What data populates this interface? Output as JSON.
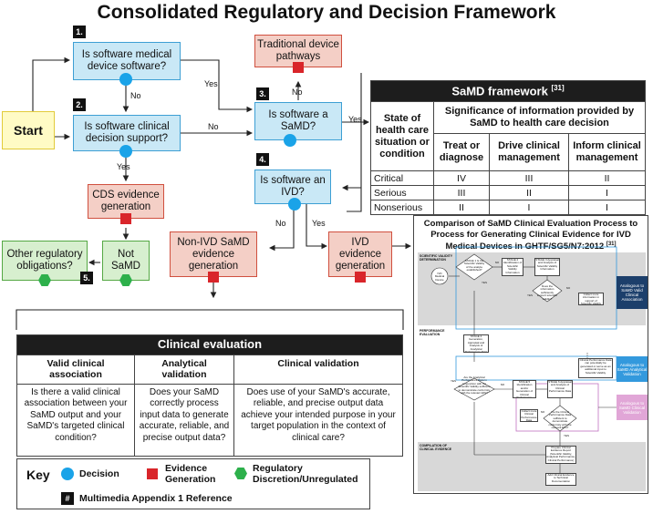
{
  "title": "Consolidated Regulatory and Decision Framework",
  "start": "Start",
  "steps": {
    "n1": "1.",
    "q1": "Is software medical device software?",
    "n2": "2.",
    "q2": "Is software clinical decision support?",
    "n3": "3.",
    "q3": "Is software a SaMD?",
    "n4": "4.",
    "q4": "Is software an IVD?",
    "n5": "5."
  },
  "boxes": {
    "traditional": "Traditional device pathways",
    "cds": "CDS evidence generation",
    "not_samd": "Not SaMD",
    "other_reg": "Other regulatory obligations?",
    "non_ivd": "Non-IVD SaMD evidence generation",
    "ivd": "IVD evidence generation"
  },
  "labels": {
    "yes": "Yes",
    "no": "No"
  },
  "samd": {
    "title": "SaMD framework",
    "ref": "[31]",
    "state_header": "State of health care situation or condition",
    "sig_header": "Significance of information provided by SaMD to health care decision",
    "cols": [
      "Treat or diagnose",
      "Drive clinical management",
      "Inform clinical management"
    ],
    "rows": [
      {
        "state": "Critical",
        "vals": [
          "IV",
          "III",
          "II"
        ]
      },
      {
        "state": "Serious",
        "vals": [
          "III",
          "II",
          "I"
        ]
      },
      {
        "state": "Nonserious",
        "vals": [
          "II",
          "I",
          "I"
        ]
      }
    ]
  },
  "clinical": {
    "title": "Clinical evaluation",
    "cols": [
      {
        "head": "Valid clinical association",
        "body": "Is there a valid clinical association between your SaMD output and your SaMD's targeted clinical condition?"
      },
      {
        "head": "Analytical validation",
        "body": "Does your SaMD correctly process input data to generate accurate, reliable, and precise output data?"
      },
      {
        "head": "Clinical validation",
        "body": "Does use of your SaMD's accurate, reliable, and precise output data achieve your intended purpose in your target population in the context of clinical care?"
      }
    ]
  },
  "key": {
    "title": "Key",
    "decision": "Decision",
    "evidence": "Evidence Generation",
    "regulatory": "Regulatory Discretion/Unregulated",
    "hash": "#",
    "appendix": "Multimedia Appendix 1 Reference"
  },
  "comparison": {
    "title": "Comparison of SaMD Clinical Evaluation Process to Process for Generating Clinical Evidence for IVD Medical Devices in GHTF/SG5/N7:2012",
    "ref": "[31]",
    "band_scientific": "SCIENTIFIC VALIDITY DETERMINATION",
    "band_performance": "PERFORMANCE EVALUATION",
    "band_compilation": "COMPILATION OF CLINICAL EVIDENCE",
    "analog1": "Analogous to SaMD Valid Clinical Association",
    "analog2": "Analogous to SaMD Analytical Validation",
    "analog3": "Analogous to SaMD Clinical Validation",
    "ivd_device": "IVD Medical Device",
    "stage1": "STAGE 1 Is the Scientific Validity of the analyte established?",
    "stage2": "STAGE 2 Identification of Scientific Validity Information",
    "stage3": "STAGE 3 Appraisal and Analysis of Scientific Validity Information",
    "sv_q": "Does the information sufficiently support scientific validity?",
    "collect_more": "Collect more information in support of Scientific Validity",
    "stage4": "STAGE 4 Generation, Appraisal and Analysis of Analytical Performance Data",
    "stage5": "STAGE 5 Identification and/or Generation of Clinical Performance Data",
    "stage6": "STAGE 6 Appraisal and Analysis of Clinical Performance Data",
    "analytical_q": "Are the Analytical Performance Data in conjunction with the Scientific Validity sufficient to demonstrate conformity with the relevant EPs?",
    "clinical_note": "Clinical Performance Data can potentially be generated or serve as an additional input to Scientific Validity",
    "collect_clinical": "Collect more Clinical Performance Data",
    "clinical_q": "Are the Clinical Performance Data sufficient to demonstrate conformity with the relevant EPs?",
    "prepare": "Prepare Clinical Evidence Report (Scientific Validity, Analytical Performance, Clinical Performance)",
    "add": "Add Clinical Evidence to Technical Documentation",
    "yes": "YES",
    "no": "NO"
  }
}
